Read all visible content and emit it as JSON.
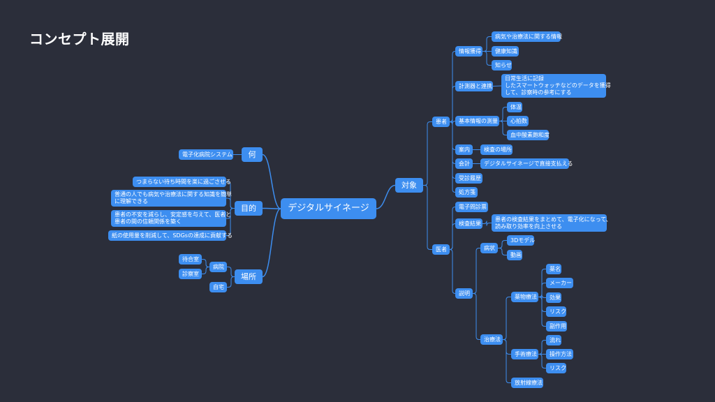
{
  "title": "コンセプト展開",
  "mindmap": {
    "root": "デジタルサイネージ",
    "what": {
      "label": "何",
      "items": [
        "電子化病院システム"
      ]
    },
    "purpose": {
      "label": "目的",
      "items": [
        "つまらない待ち時間を楽に過ごさせる",
        "普通の人でも病気や治療法に関する知識を簡単\nに理解できる",
        "患者の不安を減らし、安定感を与えて、医者と\n患者の間の信頼関係を築く",
        "紙の使用量を削減して、SDGsの達成に貢献する"
      ]
    },
    "place": {
      "label": "場所",
      "hospital": {
        "label": "病院",
        "items": [
          "待合室",
          "診察室"
        ]
      },
      "home": "自宅"
    },
    "target": {
      "label": "対象",
      "patient": {
        "label": "患者",
        "info": {
          "label": "情報獲得",
          "items": [
            "病気や治療法に関する情報",
            "健康知識",
            "知らせ"
          ]
        },
        "device": {
          "label": "計測器と連携",
          "items": [
            "日常生活に記録\nしたスマートウォッチなどのデータを獲得\nして、診察時の参考にする"
          ]
        },
        "basic": {
          "label": "基本情報の測量",
          "items": [
            "体温",
            "心拍数",
            "血中酸素飽和度"
          ]
        },
        "guide": {
          "label": "案内",
          "items": [
            "検査の場所"
          ]
        },
        "payment": {
          "label": "会計",
          "items": [
            "デジタルサイネージで直接支払える"
          ]
        },
        "history": "受診履歴",
        "prescription": "処方箋"
      },
      "doctor": {
        "label": "医者",
        "emr": "電子問診票",
        "exam": {
          "label": "検査結果",
          "items": [
            "患者の検査結果をまとめて、電子化になって、\n読み取り効率を向上させる"
          ]
        },
        "explain": {
          "label": "説明",
          "condition": {
            "label": "病状",
            "items": [
              "3Dモデル",
              "動画"
            ]
          },
          "treatment": {
            "label": "治療法",
            "drug": {
              "label": "薬物療法",
              "items": [
                "薬名",
                "メーカー",
                "効果",
                "リスク",
                "副作用"
              ]
            },
            "surgery": {
              "label": "手術療法",
              "items": [
                "流れ",
                "操作方法",
                "リスク"
              ]
            },
            "radiation": "放射線療法"
          }
        }
      }
    }
  }
}
